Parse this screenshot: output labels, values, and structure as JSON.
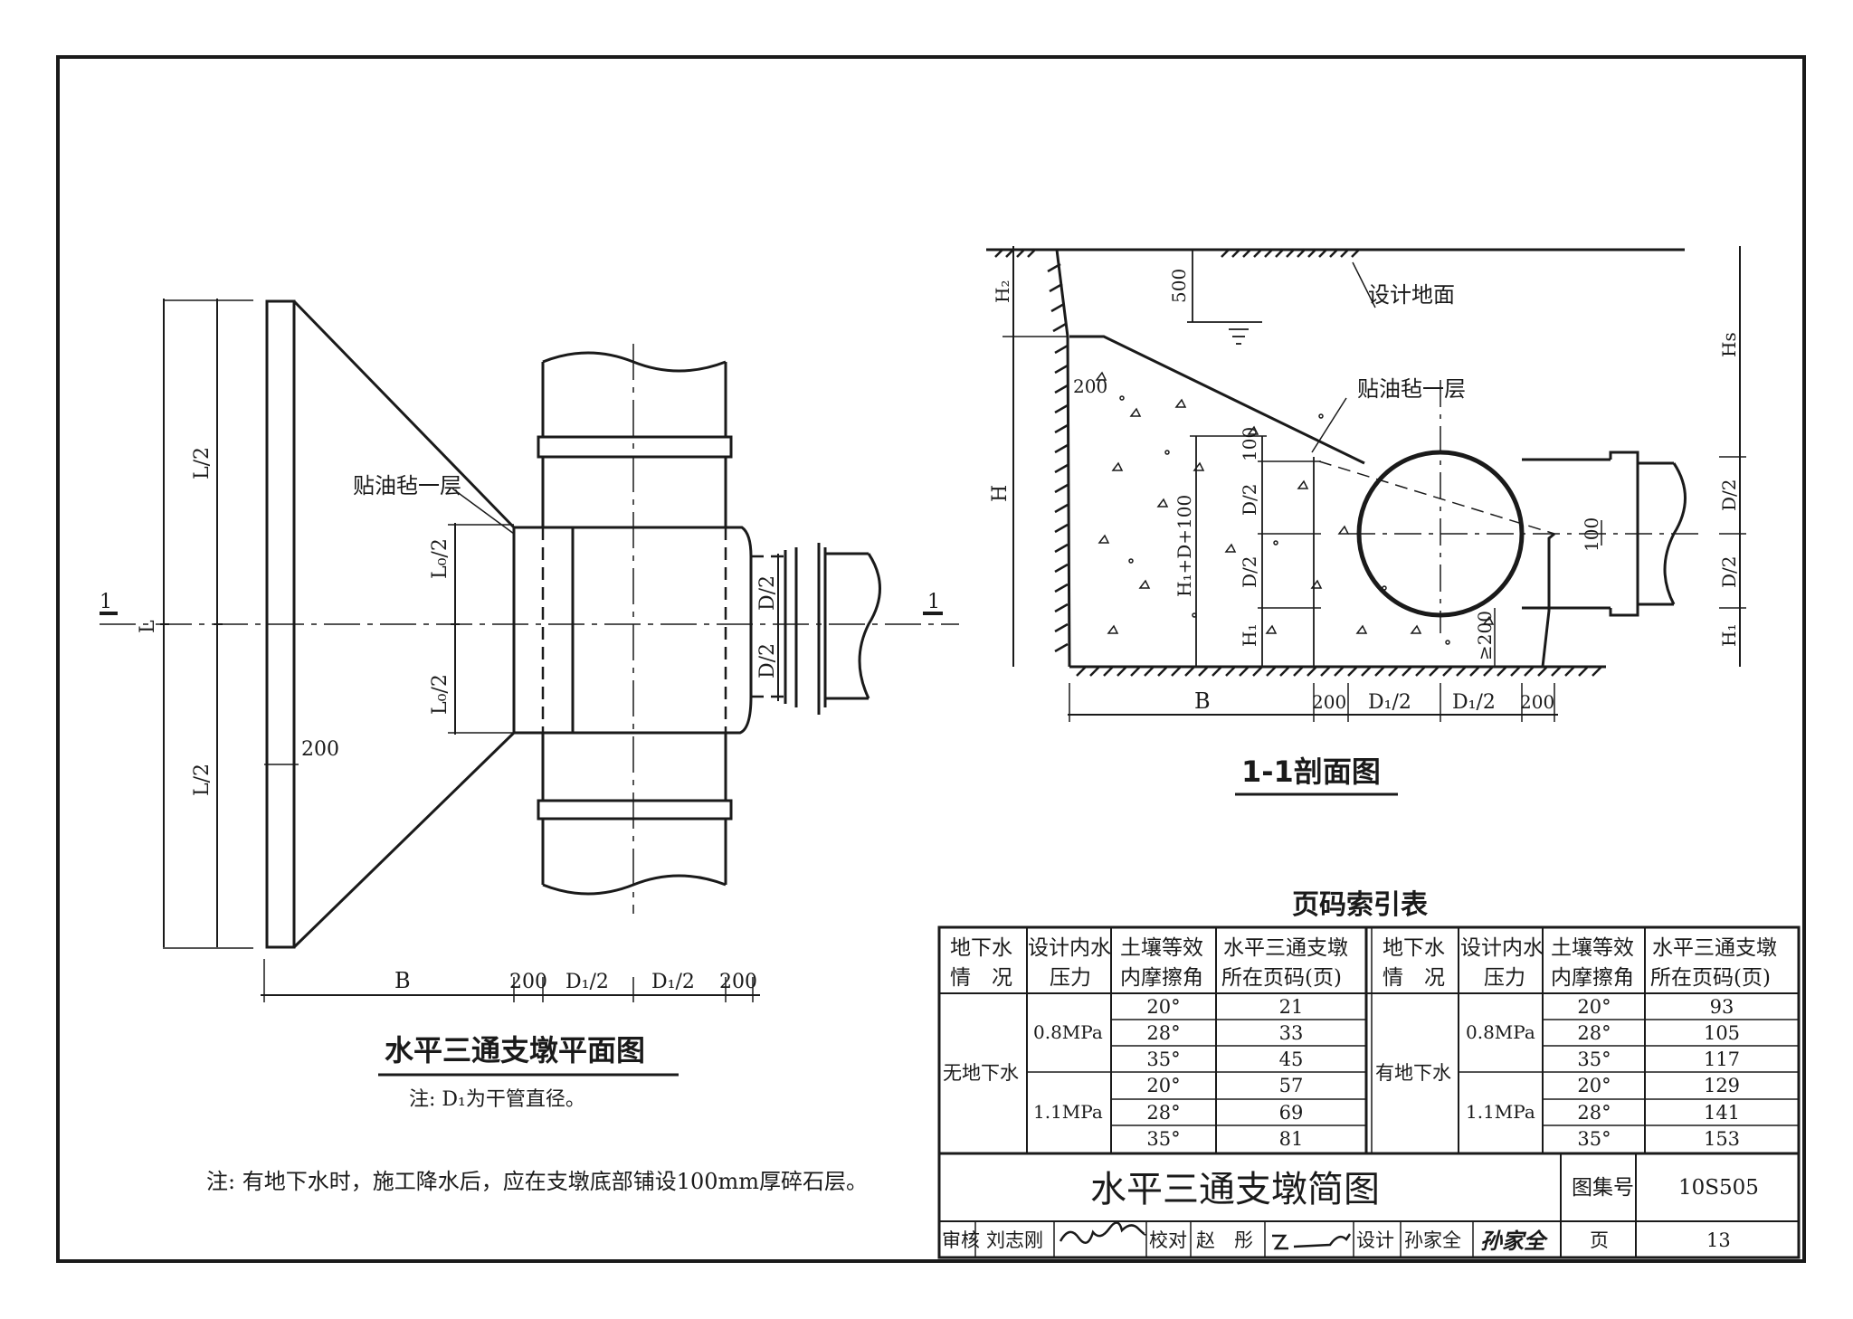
{
  "plan_view": {
    "title": "水平三通支墩平面图",
    "note": "注: D₁为干管直径。",
    "labels": {
      "L_half": "L/2",
      "L": "L",
      "L0_half": "L₀/2",
      "D_half": "D/2",
      "B": "B",
      "dim_200": "200",
      "D1_half": "D₁/2",
      "felt": "贴油毡一层",
      "section_mark": "1"
    }
  },
  "section_view": {
    "title": "1-1剖面图",
    "labels": {
      "H2": "H₂",
      "H": "H",
      "Hs": "Hs",
      "H1": "H₁",
      "dim_500": "500",
      "dim_200": "200",
      "dim_100": "100",
      "ground": "设计地面",
      "felt": "贴油毡一层",
      "H1_D_100": "H₁+D+100",
      "D_half": "D/2",
      "ge_200": "≥200",
      "B": "B",
      "D1_half": "D₁/2"
    }
  },
  "general_note": "注: 有地下水时，施工降水后，应在支墩底部铺设100mm厚碎石层。",
  "index_table": {
    "title": "页码索引表",
    "headers": {
      "groundwater": [
        "地下水",
        "情　况"
      ],
      "pressure": [
        "设计内水",
        "压力"
      ],
      "angle": [
        "土壤等效",
        "内摩擦角"
      ],
      "page": [
        "水平三通支墩",
        "所在页码(页)"
      ]
    },
    "groups": [
      {
        "condition": "无地下水",
        "pressures": [
          {
            "pressure": "0.8MPa",
            "rows": [
              {
                "angle": "20°",
                "page": "21"
              },
              {
                "angle": "28°",
                "page": "33"
              },
              {
                "angle": "35°",
                "page": "45"
              }
            ]
          },
          {
            "pressure": "1.1MPa",
            "rows": [
              {
                "angle": "20°",
                "page": "57"
              },
              {
                "angle": "28°",
                "page": "69"
              },
              {
                "angle": "35°",
                "page": "81"
              }
            ]
          }
        ]
      },
      {
        "condition": "有地下水",
        "pressures": [
          {
            "pressure": "0.8MPa",
            "rows": [
              {
                "angle": "20°",
                "page": "93"
              },
              {
                "angle": "28°",
                "page": "105"
              },
              {
                "angle": "35°",
                "page": "117"
              }
            ]
          },
          {
            "pressure": "1.1MPa",
            "rows": [
              {
                "angle": "20°",
                "page": "129"
              },
              {
                "angle": "28°",
                "page": "141"
              },
              {
                "angle": "35°",
                "page": "153"
              }
            ]
          }
        ]
      }
    ]
  },
  "title_block": {
    "drawing_title": "水平三通支墩简图",
    "atlas_label": "图集号",
    "atlas_no": "10S505",
    "review_label": "审核",
    "reviewer": "刘志刚",
    "check_label": "校对",
    "checker": "赵　彤",
    "design_label": "设计",
    "designer": "孙家全",
    "designer_sign": "孙家全",
    "page_label": "页",
    "page_no": "13"
  }
}
